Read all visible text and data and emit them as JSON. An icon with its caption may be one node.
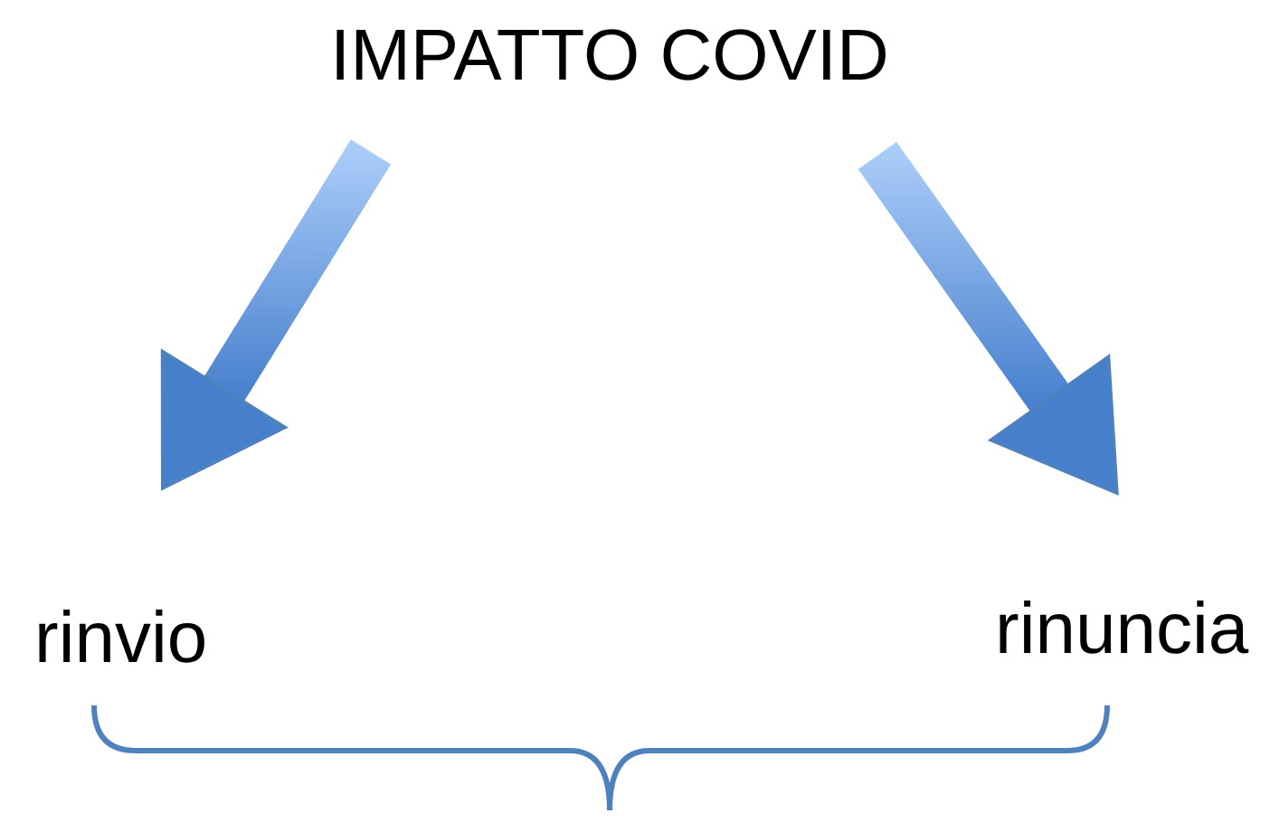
{
  "diagram": {
    "nodes": [
      {
        "text": [
          "IMPATTO COVID"
        ]
      },
      {
        "text": [
          "rinvio"
        ]
      },
      {
        "text": [
          "rinuncia"
        ]
      }
    ],
    "edges": [
      {
        "from": 0,
        "to": 1,
        "arrow": "to"
      },
      {
        "from": 0,
        "to": 2,
        "arrow": "to"
      }
    ]
  }
}
